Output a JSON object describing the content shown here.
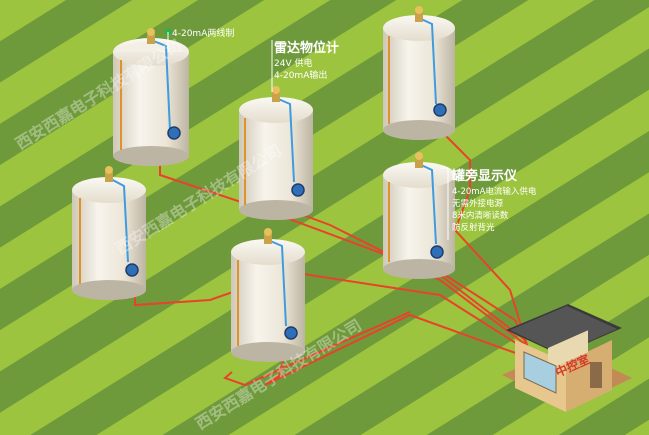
{
  "callouts": {
    "wireless": {
      "line1": "4-20mA两线制"
    },
    "radar": {
      "title": "雷达物位计",
      "line1": "24V 供电",
      "line2": "4-20mA输出"
    },
    "display": {
      "title": "罐旁显示仪",
      "line1": "4-20mA电流输入供电",
      "line2": "无需外接电源",
      "line3": "8米内清晰读数",
      "line4": "防反射背光"
    }
  },
  "control_room": {
    "sign": "中控室"
  },
  "watermark": {
    "company": "西安西嘉电子科技有限公司"
  },
  "colors": {
    "grass_light": "#9cc43f",
    "grass_dark": "#6f9a3b",
    "signal_line": "#e8432a",
    "tank_body": "#f0ece2",
    "sign_red": "#d63a2a"
  }
}
